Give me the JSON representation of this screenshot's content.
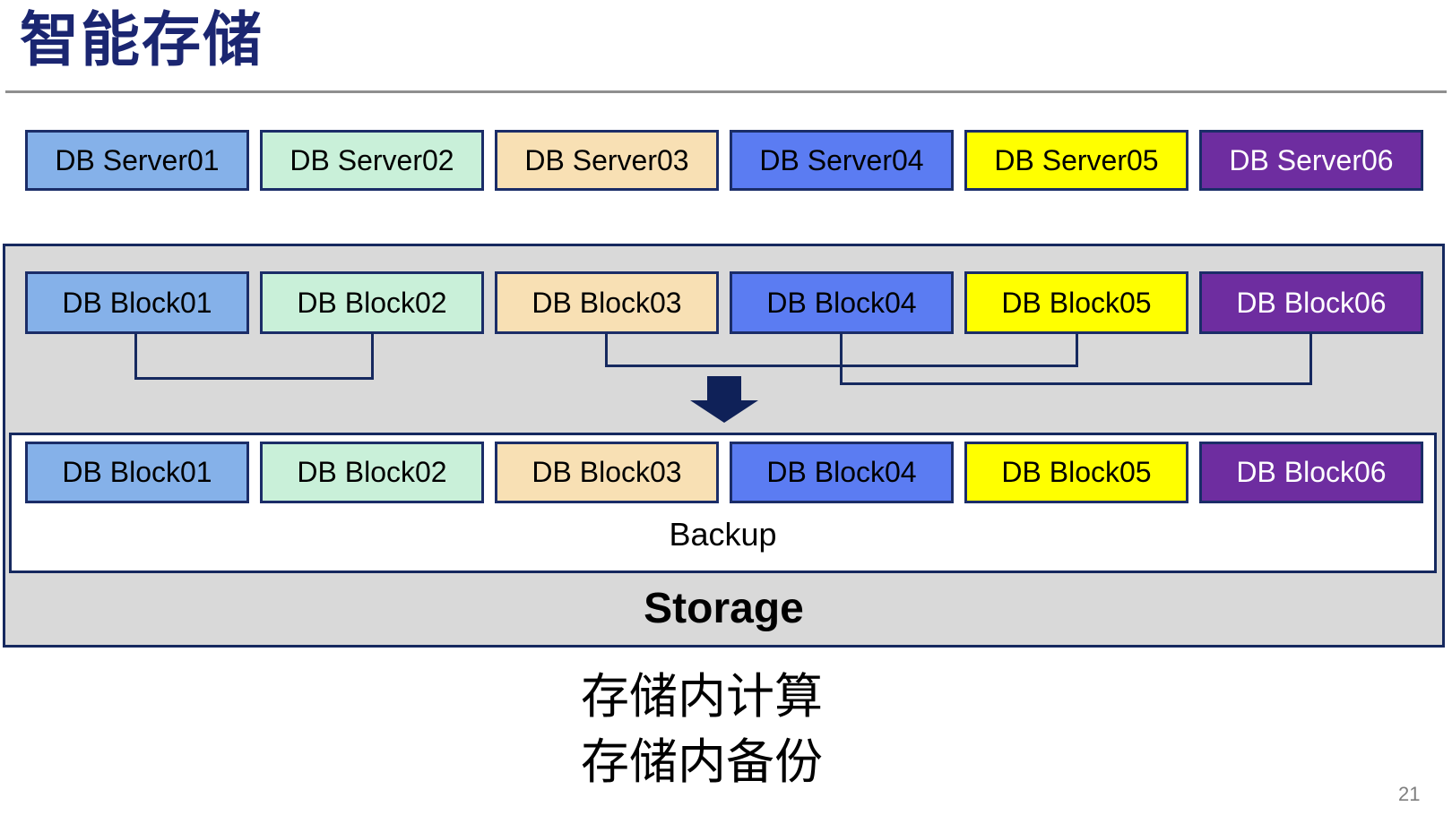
{
  "slide": {
    "title": "智能存储",
    "backup_label": "Backup",
    "storage_label": "Storage",
    "caption": [
      "存储内计算",
      "存储内备份"
    ],
    "page_number": "21"
  },
  "palette": {
    "c1": {
      "bg": "#85B1E9",
      "fg": "#000000"
    },
    "c2": {
      "bg": "#C9F0D9",
      "fg": "#000000"
    },
    "c3": {
      "bg": "#F8E0B4",
      "fg": "#000000"
    },
    "c4": {
      "bg": "#5B7CF2",
      "fg": "#000000"
    },
    "c5": {
      "bg": "#FFFF00",
      "fg": "#000000"
    },
    "c6": {
      "bg": "#6E2DA0",
      "fg": "#FFFFFF"
    }
  },
  "line_color": "#16295f",
  "server_row": {
    "items": [
      {
        "label": "DB Server01",
        "color": "c1"
      },
      {
        "label": "DB Server02",
        "color": "c2"
      },
      {
        "label": "DB Server03",
        "color": "c3"
      },
      {
        "label": "DB Server04",
        "color": "c4"
      },
      {
        "label": "DB Server05",
        "color": "c5"
      },
      {
        "label": "DB Server06",
        "color": "c6"
      }
    ]
  },
  "block_row_top": {
    "items": [
      {
        "label": "DB Block01",
        "color": "c1"
      },
      {
        "label": "DB Block02",
        "color": "c2"
      },
      {
        "label": "DB Block03",
        "color": "c3"
      },
      {
        "label": "DB Block04",
        "color": "c4"
      },
      {
        "label": "DB Block05",
        "color": "c5"
      },
      {
        "label": "DB Block06",
        "color": "c6"
      }
    ]
  },
  "block_row_backup": {
    "items": [
      {
        "label": "DB Block01",
        "color": "c1"
      },
      {
        "label": "DB Block02",
        "color": "c2"
      },
      {
        "label": "DB Block03",
        "color": "c3"
      },
      {
        "label": "DB Block04",
        "color": "c4"
      },
      {
        "label": "DB Block05",
        "color": "c5"
      },
      {
        "label": "DB Block06",
        "color": "c6"
      }
    ]
  }
}
